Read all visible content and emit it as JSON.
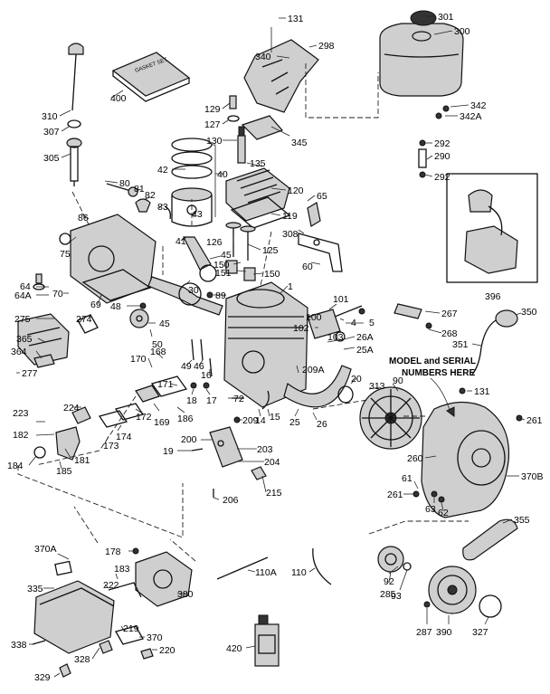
{
  "note_lines": [
    "MODEL and SERIAL",
    "NUMBERS HERE"
  ],
  "package_text": "GASKET SET",
  "labels": [
    {
      "id": "131a",
      "text": "131"
    },
    {
      "id": "298",
      "text": "298"
    },
    {
      "id": "340",
      "text": "340"
    },
    {
      "id": "301",
      "text": "301"
    },
    {
      "id": "300",
      "text": "300"
    },
    {
      "id": "310",
      "text": "310"
    },
    {
      "id": "400",
      "text": "400"
    },
    {
      "id": "307",
      "text": "307"
    },
    {
      "id": "305",
      "text": "305"
    },
    {
      "id": "129",
      "text": "129"
    },
    {
      "id": "127",
      "text": "127"
    },
    {
      "id": "130",
      "text": "130"
    },
    {
      "id": "345",
      "text": "345"
    },
    {
      "id": "342",
      "text": "342"
    },
    {
      "id": "342A",
      "text": "342A"
    },
    {
      "id": "292a",
      "text": "292"
    },
    {
      "id": "290",
      "text": "290"
    },
    {
      "id": "292b",
      "text": "292"
    },
    {
      "id": "42",
      "text": "42"
    },
    {
      "id": "40",
      "text": "40"
    },
    {
      "id": "135",
      "text": "135"
    },
    {
      "id": "80",
      "text": "80"
    },
    {
      "id": "81",
      "text": "81"
    },
    {
      "id": "82",
      "text": "82"
    },
    {
      "id": "120",
      "text": "120"
    },
    {
      "id": "65",
      "text": "65"
    },
    {
      "id": "86",
      "text": "86"
    },
    {
      "id": "83",
      "text": "83"
    },
    {
      "id": "43",
      "text": "43"
    },
    {
      "id": "119",
      "text": "119"
    },
    {
      "id": "308",
      "text": "308"
    },
    {
      "id": "41",
      "text": "41"
    },
    {
      "id": "126",
      "text": "126"
    },
    {
      "id": "125",
      "text": "125"
    },
    {
      "id": "75",
      "text": "75"
    },
    {
      "id": "45a",
      "text": "45"
    },
    {
      "id": "150a",
      "text": "150"
    },
    {
      "id": "151",
      "text": "151"
    },
    {
      "id": "150b",
      "text": "150"
    },
    {
      "id": "60",
      "text": "60"
    },
    {
      "id": "396",
      "text": "396"
    },
    {
      "id": "64",
      "text": "64"
    },
    {
      "id": "64A",
      "text": "64A"
    },
    {
      "id": "70",
      "text": "70"
    },
    {
      "id": "69",
      "text": "69"
    },
    {
      "id": "30",
      "text": "30"
    },
    {
      "id": "1",
      "text": "1"
    },
    {
      "id": "89",
      "text": "89"
    },
    {
      "id": "48",
      "text": "48"
    },
    {
      "id": "101",
      "text": "101"
    },
    {
      "id": "267",
      "text": "267"
    },
    {
      "id": "350",
      "text": "350"
    },
    {
      "id": "275",
      "text": "275"
    },
    {
      "id": "274",
      "text": "274"
    },
    {
      "id": "100",
      "text": "100"
    },
    {
      "id": "4",
      "text": "4"
    },
    {
      "id": "102",
      "text": "102"
    },
    {
      "id": "5",
      "text": "5"
    },
    {
      "id": "268",
      "text": "268"
    },
    {
      "id": "45b",
      "text": "45"
    },
    {
      "id": "50",
      "text": "50"
    },
    {
      "id": "103",
      "text": "103"
    },
    {
      "id": "26A",
      "text": "26A"
    },
    {
      "id": "25A",
      "text": "25A"
    },
    {
      "id": "351",
      "text": "351"
    },
    {
      "id": "365",
      "text": "365"
    },
    {
      "id": "364",
      "text": "364"
    },
    {
      "id": "168",
      "text": "168"
    },
    {
      "id": "170",
      "text": "170"
    },
    {
      "id": "49",
      "text": "49"
    },
    {
      "id": "46",
      "text": "46"
    },
    {
      "id": "16",
      "text": "16"
    },
    {
      "id": "209A",
      "text": "209A"
    },
    {
      "id": "20",
      "text": "20"
    },
    {
      "id": "313",
      "text": "313"
    },
    {
      "id": "90",
      "text": "90"
    },
    {
      "id": "277",
      "text": "277"
    },
    {
      "id": "131b",
      "text": "131"
    },
    {
      "id": "171",
      "text": "171"
    },
    {
      "id": "18",
      "text": "18"
    },
    {
      "id": "17",
      "text": "17"
    },
    {
      "id": "72",
      "text": "72"
    },
    {
      "id": "224",
      "text": "224"
    },
    {
      "id": "172",
      "text": "172"
    },
    {
      "id": "169",
      "text": "169"
    },
    {
      "id": "186",
      "text": "186"
    },
    {
      "id": "209",
      "text": "209"
    },
    {
      "id": "14",
      "text": "14"
    },
    {
      "id": "15",
      "text": "15"
    },
    {
      "id": "25",
      "text": "25"
    },
    {
      "id": "26",
      "text": "26"
    },
    {
      "id": "223",
      "text": "223"
    },
    {
      "id": "182",
      "text": "182"
    },
    {
      "id": "261a",
      "text": "261"
    },
    {
      "id": "174",
      "text": "174"
    },
    {
      "id": "173",
      "text": "173"
    },
    {
      "id": "200",
      "text": "200"
    },
    {
      "id": "19",
      "text": "19"
    },
    {
      "id": "203",
      "text": "203"
    },
    {
      "id": "204",
      "text": "204"
    },
    {
      "id": "260",
      "text": "260"
    },
    {
      "id": "184",
      "text": "184"
    },
    {
      "id": "181",
      "text": "181"
    },
    {
      "id": "185",
      "text": "185"
    },
    {
      "id": "215",
      "text": "215"
    },
    {
      "id": "61",
      "text": "61"
    },
    {
      "id": "370B",
      "text": "370B"
    },
    {
      "id": "261b",
      "text": "261"
    },
    {
      "id": "63",
      "text": "63"
    },
    {
      "id": "62",
      "text": "62"
    },
    {
      "id": "206",
      "text": "206"
    },
    {
      "id": "355",
      "text": "355"
    },
    {
      "id": "178",
      "text": "178"
    },
    {
      "id": "370A",
      "text": "370A"
    },
    {
      "id": "183",
      "text": "183"
    },
    {
      "id": "110A",
      "text": "110A"
    },
    {
      "id": "110",
      "text": "110"
    },
    {
      "id": "335",
      "text": "335"
    },
    {
      "id": "222",
      "text": "222"
    },
    {
      "id": "380",
      "text": "380"
    },
    {
      "id": "285",
      "text": "285"
    },
    {
      "id": "92",
      "text": "92"
    },
    {
      "id": "93",
      "text": "93"
    },
    {
      "id": "219",
      "text": "219"
    },
    {
      "id": "370",
      "text": "370"
    },
    {
      "id": "338",
      "text": "338"
    },
    {
      "id": "420",
      "text": "420"
    },
    {
      "id": "220",
      "text": "220"
    },
    {
      "id": "328",
      "text": "328"
    },
    {
      "id": "287",
      "text": "287"
    },
    {
      "id": "390",
      "text": "390"
    },
    {
      "id": "327",
      "text": "327"
    },
    {
      "id": "329",
      "text": "329"
    }
  ]
}
